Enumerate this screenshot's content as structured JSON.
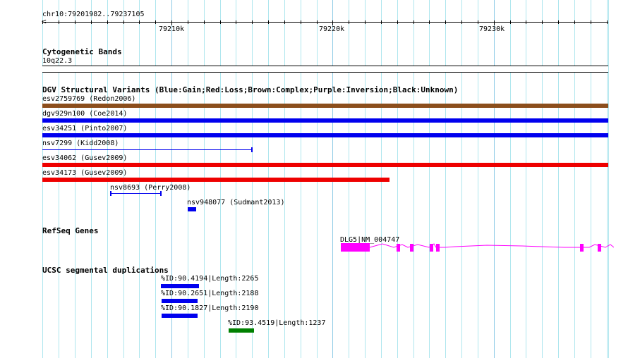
{
  "ruler": {
    "location": "chr10:79201982..79237105",
    "labels": [
      "79210k",
      "79220k",
      "79230k"
    ],
    "start": 79201982,
    "end": 79237105
  },
  "tracks": {
    "cytoband": {
      "title": "Cytogenetic Bands",
      "band": "10q22.3"
    },
    "dgv": {
      "title": "DGV Structural Variants (Blue:Gain;Red:Loss;Brown:Complex;Purple:Inversion;Black:Unknown)",
      "items": [
        {
          "label": "esv2759769 (Redon2006)",
          "color": "#8b4e1c"
        },
        {
          "label": "dgv929n100 (Coe2014)",
          "color": "#0000ee"
        },
        {
          "label": "esv34251 (Pinto2007)",
          "color": "#0000ee"
        },
        {
          "label": "nsv7299 (Kidd2008)",
          "color": "#0000ee"
        },
        {
          "label": "esv34062 (Gusev2009)",
          "color": "#ee0000"
        },
        {
          "label": "esv34173 (Gusev2009)",
          "color": "#ee0000"
        },
        {
          "label": "nsv8693 (Perry2008)",
          "color": "#0000ee"
        },
        {
          "label": "nsv948077 (Sudmant2013)",
          "color": "#0000ee"
        }
      ]
    },
    "refseq": {
      "title": "RefSeq Genes",
      "gene": "DLG5|NM_004747",
      "color": "#ff00ff"
    },
    "segdup": {
      "title": "UCSC segmental duplications",
      "items": [
        {
          "label": "%ID:90.4194|Length:2265",
          "color": "#0000ee"
        },
        {
          "label": "%ID:90.2651|Length:2188",
          "color": "#0000ee"
        },
        {
          "label": "%ID:90.1827|Length:2190",
          "color": "#0000ee"
        },
        {
          "label": "%ID:93.4519|Length:1237",
          "color": "#008000"
        }
      ]
    }
  }
}
